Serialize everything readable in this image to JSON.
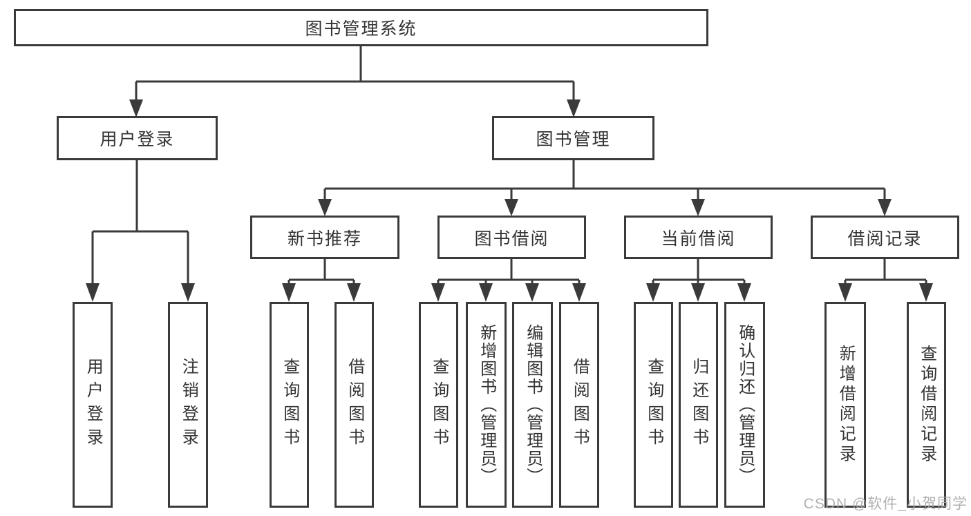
{
  "tree": {
    "root": {
      "label": "图书管理系统"
    },
    "branches": [
      {
        "label": "用户登录",
        "children": [
          {
            "label": "用户登录"
          },
          {
            "label": "注销登录"
          }
        ]
      },
      {
        "label": "图书管理",
        "sections": [
          {
            "label": "新书推荐",
            "children": [
              {
                "label": "查询图书"
              },
              {
                "label": "借阅图书"
              }
            ]
          },
          {
            "label": "图书借阅",
            "children": [
              {
                "label": "查询图书"
              },
              {
                "label": "新增图书（管理员）"
              },
              {
                "label": "编辑图书（管理员）"
              },
              {
                "label": "借阅图书"
              }
            ]
          },
          {
            "label": "当前借阅",
            "children": [
              {
                "label": "查询图书"
              },
              {
                "label": "归还图书"
              },
              {
                "label": "确认归还（管理员）"
              }
            ]
          },
          {
            "label": "借阅记录",
            "children": [
              {
                "label": "新增借阅记录"
              },
              {
                "label": "查询借阅记录"
              }
            ]
          }
        ]
      }
    ]
  },
  "watermark": "CSDN @软件_小贺同学",
  "colors": {
    "line": "#3a3a3a",
    "text": "#333333",
    "box_background": "#ffffff",
    "watermark": "#a8a8a8"
  }
}
